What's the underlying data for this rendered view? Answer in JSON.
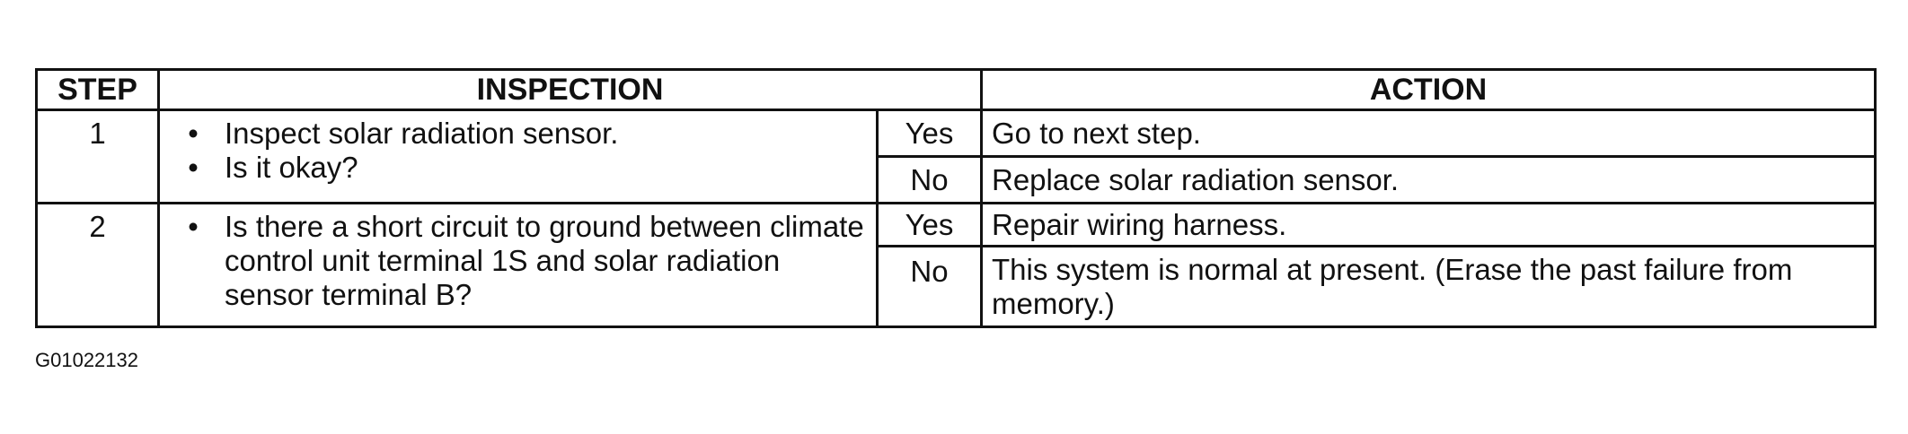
{
  "table": {
    "headers": {
      "step": "STEP",
      "inspection": "INSPECTION",
      "action": "ACTION"
    },
    "rows": [
      {
        "step": "1",
        "inspection": [
          "Inspect solar radiation sensor.",
          "Is it okay?"
        ],
        "outcomes": [
          {
            "answer": "Yes",
            "action": "Go to next step."
          },
          {
            "answer": "No",
            "action": "Replace solar radiation sensor."
          }
        ]
      },
      {
        "step": "2",
        "inspection": [
          "Is there a short circuit to ground between climate control unit terminal 1S and solar radiation sensor terminal B?"
        ],
        "outcomes": [
          {
            "answer": "Yes",
            "action": "Repair wiring harness."
          },
          {
            "answer": "No",
            "action": "This system is normal at present. (Erase the past failure from memory.)"
          }
        ]
      }
    ],
    "bullet_symbol": "•"
  },
  "figure_id": "G01022132"
}
